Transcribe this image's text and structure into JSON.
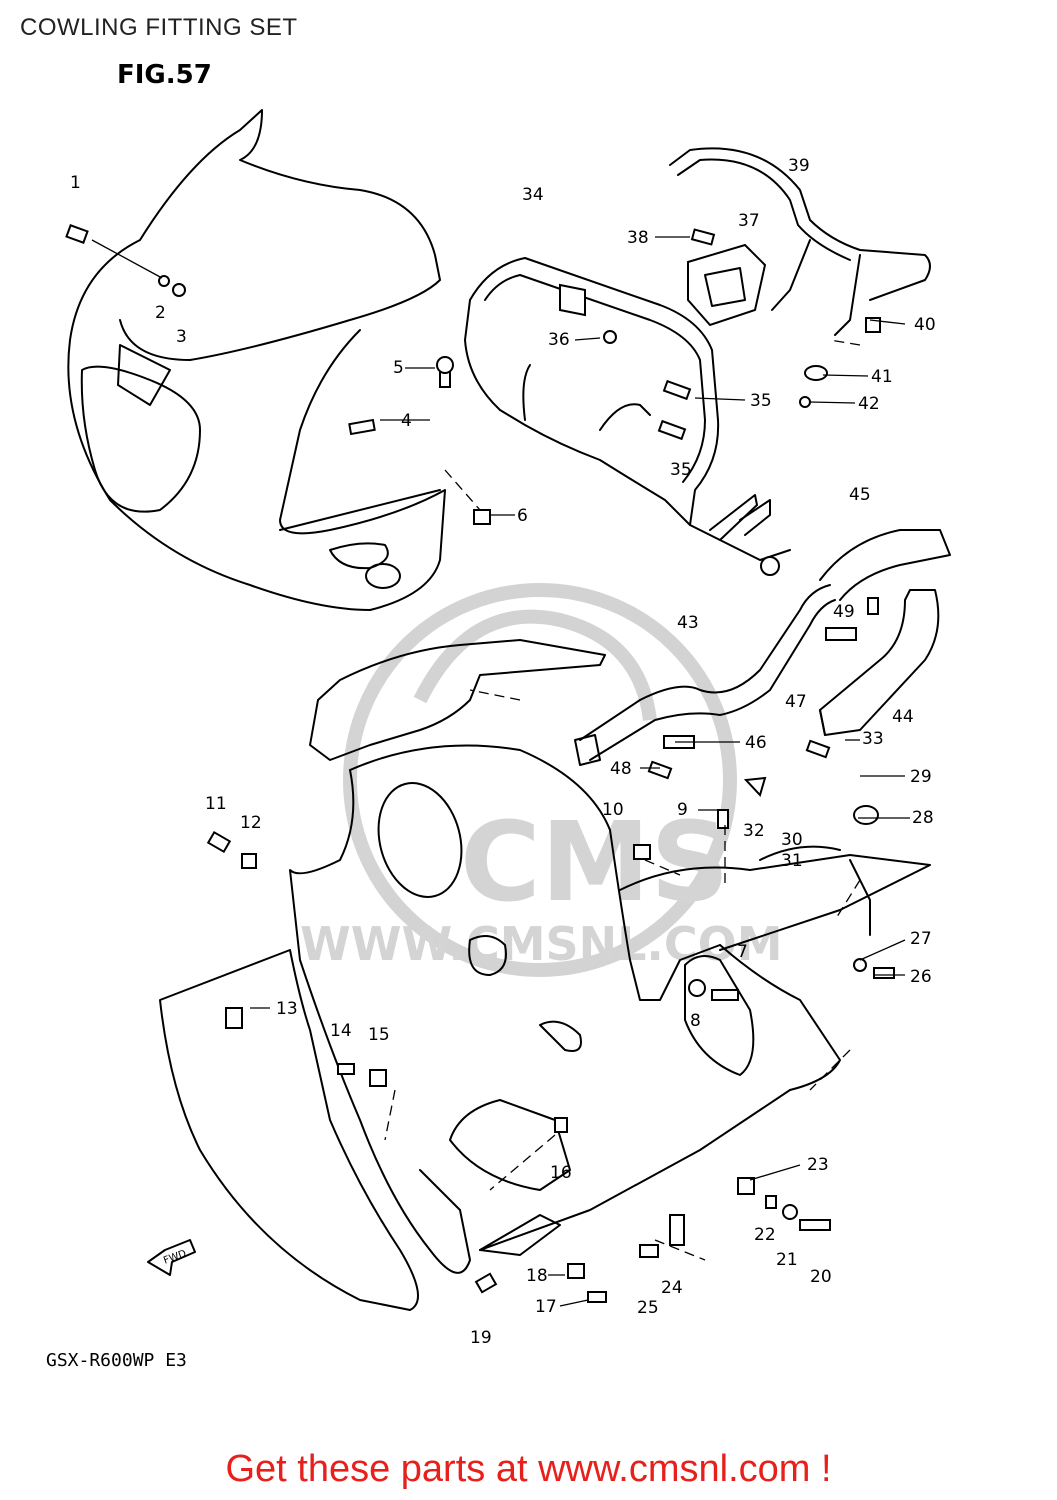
{
  "header": {
    "title": "COWLING FITTING SET"
  },
  "figure": {
    "title": "FIG.57",
    "model_code": "GSX-R600WP E3",
    "fwd_arrow": "FWD"
  },
  "watermark": {
    "text": "WWW.CMSNL.COM",
    "logo": "CMS"
  },
  "footer": {
    "cta": "Get these parts at www.cmsnl.com !"
  },
  "callouts": [
    "1",
    "2",
    "3",
    "4",
    "5",
    "6",
    "7",
    "8",
    "9",
    "10",
    "11",
    "12",
    "13",
    "14",
    "15",
    "16",
    "17",
    "18",
    "19",
    "20",
    "21",
    "22",
    "23",
    "24",
    "25",
    "26",
    "27",
    "28",
    "29",
    "30",
    "31",
    "32",
    "33",
    "34",
    "35",
    "35",
    "36",
    "37",
    "38",
    "39",
    "40",
    "41",
    "42",
    "43",
    "44",
    "45",
    "46",
    "47",
    "48",
    "49"
  ],
  "colors": {
    "cta": "#e8201c",
    "line": "#000000",
    "watermark": "#d0d0d0"
  }
}
